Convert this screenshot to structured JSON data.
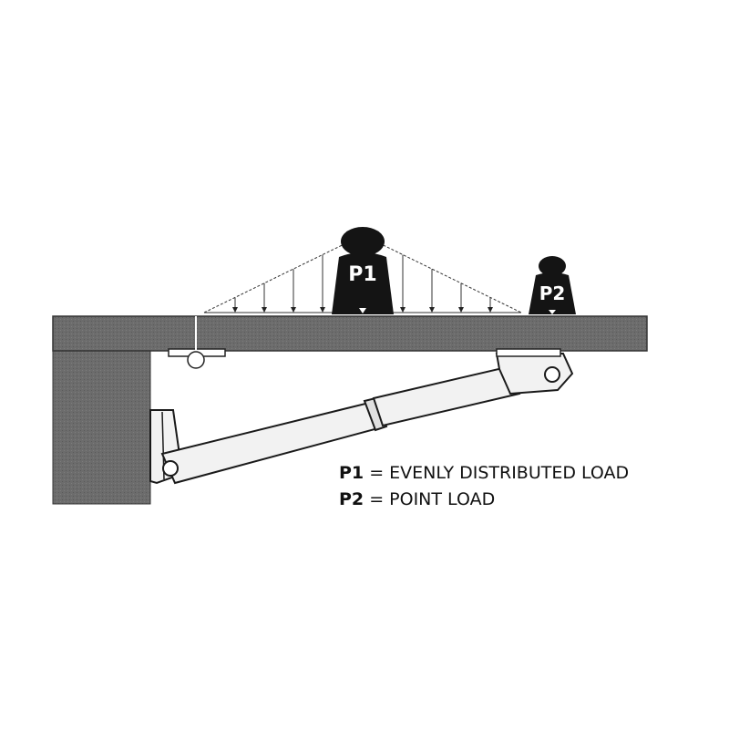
{
  "weights": {
    "p1": {
      "label": "P1"
    },
    "p2": {
      "label": "P2"
    }
  },
  "legend": [
    {
      "symbol": "P1",
      "text": "= EVENLY DISTRIBUTED LOAD"
    },
    {
      "symbol": "P2",
      "text": "= POINT LOAD"
    }
  ],
  "colors": {
    "wall": "#6f6f6f",
    "shelf": "#6a6a6a",
    "weight": "#141414",
    "strut": "#f2f2f2",
    "outline": "#1a1a1a"
  }
}
